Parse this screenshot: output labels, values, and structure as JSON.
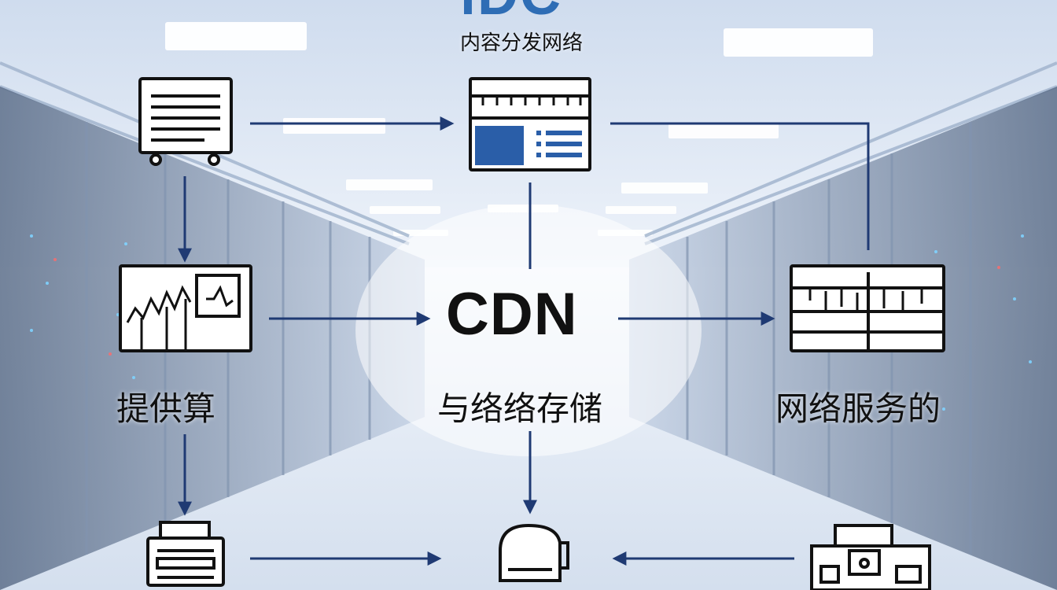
{
  "diagram": {
    "logo_text": "iDC",
    "subtitle": "内容分发网络",
    "center_label": "CDN",
    "left_label": "提供算",
    "center_sub_label": "与络络存储",
    "right_label": "网络服务的"
  },
  "icons": [
    "document-printer-icon",
    "server-rack-icon",
    "chart-monitor-icon",
    "network-rack-icon",
    "printer-icon",
    "storage-bucket-icon",
    "network-switch-icon"
  ],
  "colors": {
    "arrow": "#1f3a73",
    "icon_stroke": "#111111",
    "icon_fill": "#2a5ea8",
    "logo": "#2e6db5"
  }
}
